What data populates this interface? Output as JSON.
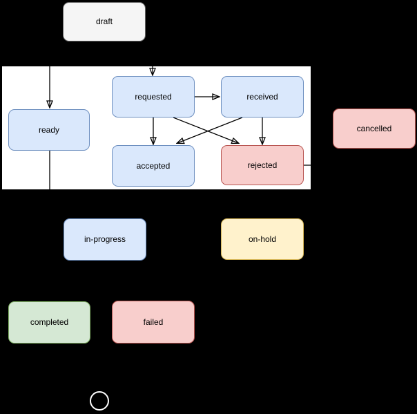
{
  "diagram": {
    "type": "state-diagram",
    "background_color": "#000000",
    "edge_color": "#000000",
    "group_container": {
      "fill": "#ffffff",
      "stroke": "#000000"
    },
    "nodes": {
      "draft": {
        "label": "draft",
        "fill": "#f5f5f5",
        "stroke": "#666666"
      },
      "ready": {
        "label": "ready",
        "fill": "#dae8fc",
        "stroke": "#6c8ebf"
      },
      "requested": {
        "label": "requested",
        "fill": "#dae8fc",
        "stroke": "#6c8ebf"
      },
      "received": {
        "label": "received",
        "fill": "#dae8fc",
        "stroke": "#6c8ebf"
      },
      "accepted": {
        "label": "accepted",
        "fill": "#dae8fc",
        "stroke": "#6c8ebf"
      },
      "rejected": {
        "label": "rejected",
        "fill": "#f8cecc",
        "stroke": "#b85450"
      },
      "cancelled": {
        "label": "cancelled",
        "fill": "#f8cecc",
        "stroke": "#b85450"
      },
      "in_progress": {
        "label": "in-progress",
        "fill": "#dae8fc",
        "stroke": "#6c8ebf"
      },
      "on_hold": {
        "label": "on-hold",
        "fill": "#fff2cc",
        "stroke": "#d6b656"
      },
      "completed": {
        "label": "completed",
        "fill": "#d5e8d4",
        "stroke": "#82b366"
      },
      "failed": {
        "label": "failed",
        "fill": "#f8cecc",
        "stroke": "#b85450"
      }
    },
    "end_state": {
      "shape": "circle",
      "stroke": "#ffffff"
    },
    "edges": [
      {
        "from": "draft",
        "to": "ready"
      },
      {
        "from": "draft",
        "to": "requested"
      },
      {
        "from": "requested",
        "to": "received"
      },
      {
        "from": "requested",
        "to": "accepted"
      },
      {
        "from": "requested",
        "to": "rejected"
      },
      {
        "from": "received",
        "to": "accepted"
      },
      {
        "from": "received",
        "to": "rejected"
      },
      {
        "from": "ready",
        "to": "in_progress"
      },
      {
        "from": "rejected",
        "to": "cancelled"
      }
    ]
  }
}
